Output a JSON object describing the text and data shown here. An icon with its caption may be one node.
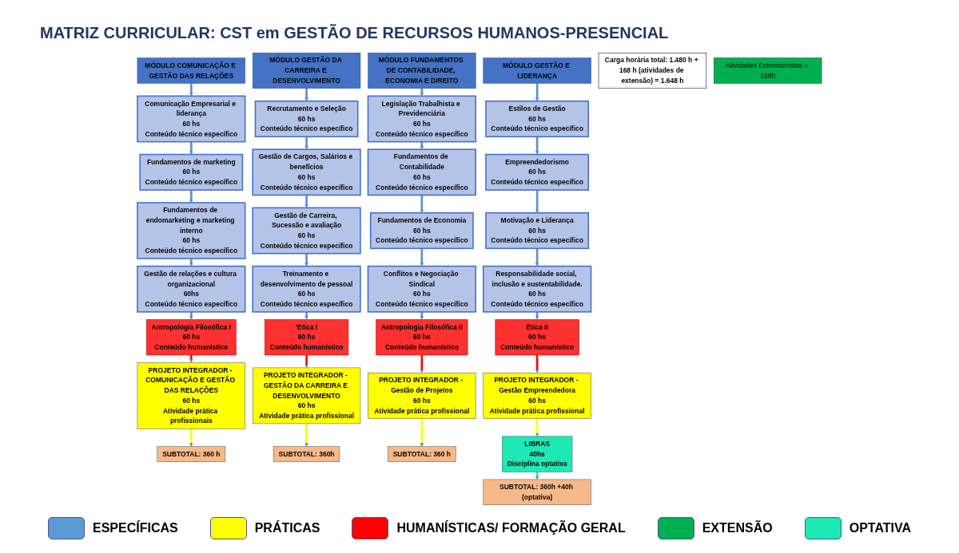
{
  "diagram": {
    "title": "MATRIZ CURRICULAR: CST em GESTÃO DE RECURSOS HUMANOS-PRESENCIAL",
    "nodes": [
      {
        "text": [
          "MÓDULO COMUNICAÇÃO E GESTÃO DAS RELAÇÕES"
        ]
      },
      {
        "text": [
          "Comunicação Empresarial e liderança",
          "60 hs",
          "Conteúdo técnico específico"
        ]
      },
      {
        "text": [
          "Fundamentos de marketing",
          "60 hs",
          "Conteúdo técnico específico"
        ]
      },
      {
        "text": [
          "Fundamentos de endomarketing e marketing interno",
          "60 hs",
          "Conteúdo técnico específico"
        ]
      },
      {
        "text": [
          "Gestão de relações e cultura organizacional",
          "60hs",
          "Conteúdo técnico específico"
        ]
      },
      {
        "text": [
          "Antropologia Filosófica I",
          "60 hs",
          "Conteúdo humanístico"
        ]
      },
      {
        "text": [
          "PROJETO INTEGRADOR - COMUNICAÇÃO E GESTÃO DAS RELAÇÕES",
          "60 hs",
          "Atividade prática profissionais"
        ]
      },
      {
        "text": [
          "SUBTOTAL: 360 h"
        ]
      },
      {
        "text": [
          "MÓDULO GESTÃO DA CARREIRA E DESENVOLVIMENTO"
        ]
      },
      {
        "text": [
          "Recrutamento e Seleção",
          "60 hs",
          "Conteúdo técnico específico"
        ]
      },
      {
        "text": [
          "Gestão de Cargos, Salários e benefícios",
          "60 hs",
          "Conteúdo técnico específico"
        ]
      },
      {
        "text": [
          "Gestão de Carreira, Sucessão e avaliação",
          "60 hs",
          "Conteúdo técnico específico"
        ]
      },
      {
        "text": [
          "Treinamento e desenvolvimento de pessoal",
          "60 hs",
          "Conteúdo técnico específico"
        ]
      },
      {
        "text": [
          "'Etica I",
          "60 hs",
          "Conteúdo humanístico"
        ]
      },
      {
        "text": [
          "PROJETO INTEGRADOR - GESTÃO DA CARREIRA E DESENVOLVIMENTO",
          "60 hs",
          "Atividade prática profissional"
        ]
      },
      {
        "text": [
          "SUBTOTAL: 360h"
        ]
      },
      {
        "text": [
          "MÓDULO FUNDAMENTOS DE CONTABILIDADE, ECONOMIA E DIREITO"
        ]
      },
      {
        "text": [
          "Legislação Trabalhista e Previdenciária",
          "60 hs",
          "Conteúdo técnico específico"
        ]
      },
      {
        "text": [
          "Fundamentos de Contabilidade",
          "60 hs",
          "Conteúdo técnico específico"
        ]
      },
      {
        "text": [
          "Fundamentos de Economia",
          "60 hs",
          "Conteúdo técnico específico"
        ]
      },
      {
        "text": [
          "Conflitos e Negociação Sindical",
          "60 hs",
          "Conteúdo técnico específico"
        ]
      },
      {
        "text": [
          "Antropologia Filosófica II",
          "60 hs",
          "Conteúdo humanístico"
        ]
      },
      {
        "text": [
          "PROJETO INTEGRADOR - Gestão de Projetos",
          "60 hs",
          "Atividade prática profissional"
        ]
      },
      {
        "text": [
          "SUBTOTAL: 360 h"
        ]
      },
      {
        "text": [
          "MÓDULO GESTÃO E LIDERANÇA"
        ]
      },
      {
        "text": [
          "Estilos de Gestão",
          "60 hs",
          "Conteúdo técnico específico"
        ]
      },
      {
        "text": [
          "Empreendedorismo",
          "60 hs",
          "Conteúdo técnico específico"
        ]
      },
      {
        "text": [
          "Motivação e Liderança",
          "60 hs",
          "Conteúdo técnico específico"
        ]
      },
      {
        "text": [
          "Responsabilidade social, inclusão e sustentabilidade.",
          "60 hs",
          "Conteúdo técnico específico"
        ]
      },
      {
        "text": [
          "Ética II",
          "60 hs",
          "Conteúdo humanístico"
        ]
      },
      {
        "text": [
          "PROJETO INTEGRADOR - Gestão Empreendedora",
          "60 hs",
          "Atividade prática profissional"
        ]
      },
      {
        "text": [
          "LIBRAS",
          "40hs",
          "Disciplina optativa"
        ]
      },
      {
        "text": [
          "SUBTOTAL: 360h +40h (optativa)"
        ]
      },
      {
        "text": [
          "Carga horária total: 1.480 h + 168 h (atividades de extensão) = 1.648 h"
        ]
      },
      {
        "text": [
          "Atividades Extensionistas = 168h"
        ]
      }
    ],
    "edges": [
      {
        "from": 0,
        "to": 1,
        "arrow": "to"
      },
      {
        "from": 1,
        "to": 2,
        "arrow": "to"
      },
      {
        "from": 2,
        "to": 3,
        "arrow": "to"
      },
      {
        "from": 3,
        "to": 4,
        "arrow": "to"
      },
      {
        "from": 4,
        "to": 5,
        "arrow": "to"
      },
      {
        "from": 5,
        "to": 6,
        "arrow": "to",
        "color": "#ff0000"
      },
      {
        "from": 6,
        "to": 7,
        "arrow": "to",
        "color": "#ffff00"
      },
      {
        "from": 8,
        "to": 9,
        "arrow": "to"
      },
      {
        "from": 9,
        "to": 10,
        "arrow": "to"
      },
      {
        "from": 10,
        "to": 11,
        "arrow": "to"
      },
      {
        "from": 11,
        "to": 12,
        "arrow": "to"
      },
      {
        "from": 12,
        "to": 13,
        "arrow": "to"
      },
      {
        "from": 13,
        "to": 14,
        "arrow": "to",
        "color": "#ff0000"
      },
      {
        "from": 14,
        "to": 15,
        "arrow": "to",
        "color": "#ffff00"
      },
      {
        "from": 16,
        "to": 17,
        "arrow": "to"
      },
      {
        "from": 17,
        "to": 18,
        "arrow": "to"
      },
      {
        "from": 18,
        "to": 19,
        "arrow": "to"
      },
      {
        "from": 19,
        "to": 20,
        "arrow": "to"
      },
      {
        "from": 20,
        "to": 21,
        "arrow": "to"
      },
      {
        "from": 21,
        "to": 22,
        "arrow": "to",
        "color": "#ff0000"
      },
      {
        "from": 22,
        "to": 23,
        "arrow": "to",
        "color": "#ffff00"
      },
      {
        "from": 24,
        "to": 25,
        "arrow": "to"
      },
      {
        "from": 25,
        "to": 26,
        "arrow": "to"
      },
      {
        "from": 26,
        "to": 27,
        "arrow": "to"
      },
      {
        "from": 27,
        "to": 28,
        "arrow": "to"
      },
      {
        "from": 28,
        "to": 29,
        "arrow": "to"
      },
      {
        "from": 29,
        "to": 30,
        "arrow": "to",
        "color": "#ff0000"
      },
      {
        "from": 30,
        "to": 31,
        "arrow": "to",
        "color": "#ffff00"
      },
      {
        "from": 31,
        "to": 32,
        "arrow": "to",
        "color": "#1de9b6"
      }
    ],
    "legend": [
      {
        "text": "ESPECÍFICAS",
        "color": "#5b9bd5"
      },
      {
        "text": "PRÁTICAS",
        "color": "#ffff00"
      },
      {
        "text": "HUMANÍSTICAS/ FORMAÇÃO GERAL",
        "color": "#ff0000"
      },
      {
        "text": "EXTENSÃO",
        "color": "#00b050"
      },
      {
        "text": "OPTATIVA",
        "color": "#1de9b6"
      }
    ]
  }
}
